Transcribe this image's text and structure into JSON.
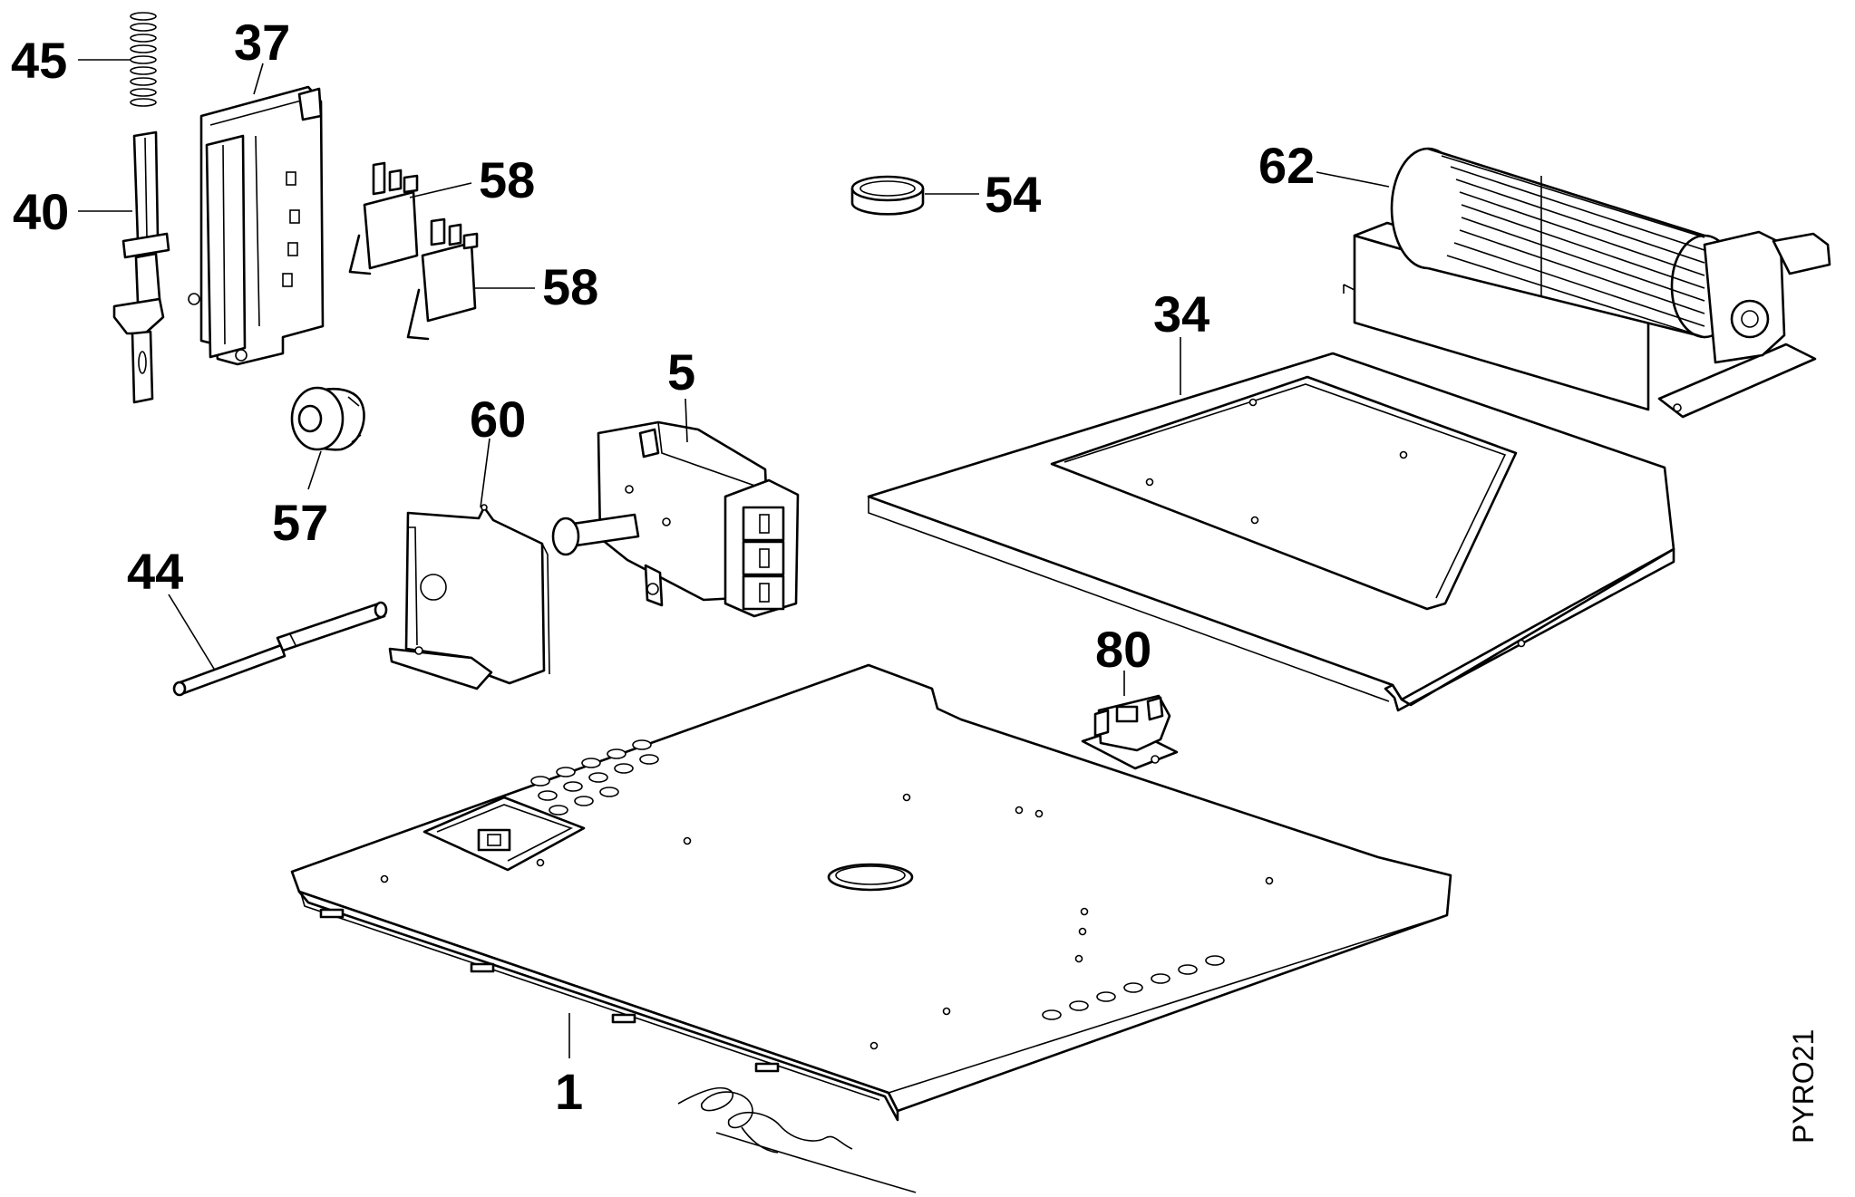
{
  "diagram": {
    "drawing_code": "PYRO21",
    "parts": [
      {
        "key": "p45",
        "label": "45"
      },
      {
        "key": "p37",
        "label": "37"
      },
      {
        "key": "p40",
        "label": "40"
      },
      {
        "key": "p58a",
        "label": "58"
      },
      {
        "key": "p58b",
        "label": "58"
      },
      {
        "key": "p54",
        "label": "54"
      },
      {
        "key": "p62",
        "label": "62"
      },
      {
        "key": "p34",
        "label": "34"
      },
      {
        "key": "p5",
        "label": "5"
      },
      {
        "key": "p60",
        "label": "60"
      },
      {
        "key": "p57",
        "label": "57"
      },
      {
        "key": "p44",
        "label": "44"
      },
      {
        "key": "p80",
        "label": "80"
      },
      {
        "key": "p1",
        "label": "1"
      }
    ]
  }
}
